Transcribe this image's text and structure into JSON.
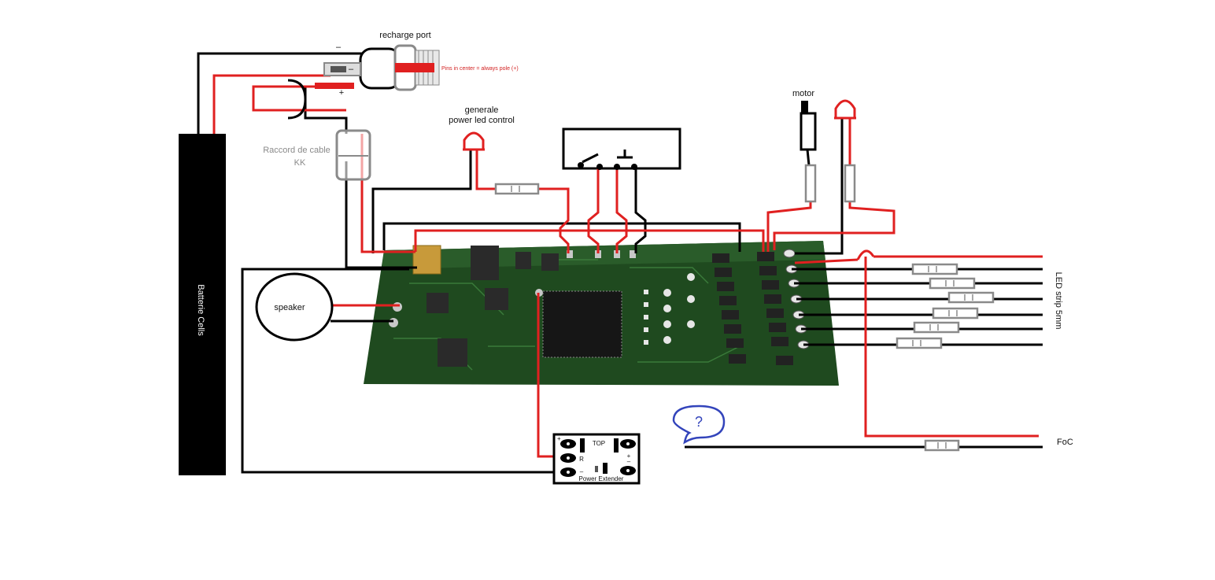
{
  "labels": {
    "recharge_port": "recharge port",
    "minus_top": "–",
    "minus_inner": "–",
    "plus": "+",
    "pins_note": "Pins in center = always pole (+)",
    "generale_line1": "generale",
    "generale_line2": "power led control",
    "raccord_line1": "Raccord de cable",
    "raccord_line2": "KK",
    "motor": "motor",
    "speaker": "speaker",
    "batterie": "Batterie Cells",
    "led_strip": "LED strip  5mm",
    "foc": "FoC",
    "question": "?",
    "pe_top": "TOP",
    "pe_plus_left": "+",
    "pe_plus_right": "+",
    "pe_r": "R",
    "pe_minus_right": "–",
    "pe_minus_left": "–",
    "pe_name": "Power Extender"
  },
  "colors": {
    "wire_red": "#e02020",
    "wire_black": "#000000",
    "pcb_green": "#1f4a1f",
    "connector_grey": "#8a8a8a",
    "bubble_blue": "#3344bb"
  }
}
